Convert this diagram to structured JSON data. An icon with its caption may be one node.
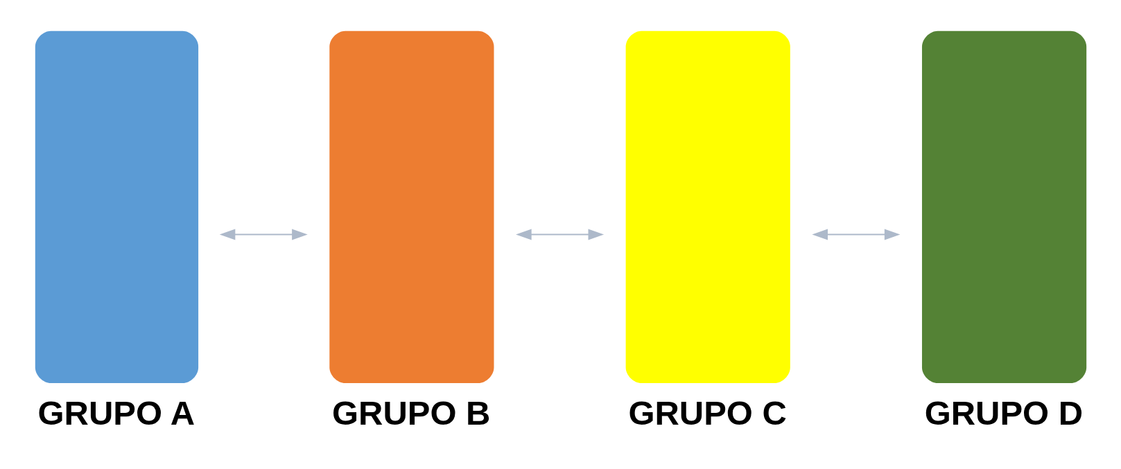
{
  "diagram": {
    "nodes": [
      {
        "text": [
          "GRUPO A"
        ]
      },
      {
        "text": [
          "GRUPO B"
        ]
      },
      {
        "text": [
          "GRUPO C"
        ]
      },
      {
        "text": [
          "GRUPO D"
        ]
      }
    ],
    "edges": [
      {
        "from": 0,
        "to": 1,
        "arrow": "both"
      },
      {
        "from": 1,
        "to": 2,
        "arrow": "both"
      },
      {
        "from": 2,
        "to": 3,
        "arrow": "both"
      }
    ]
  }
}
